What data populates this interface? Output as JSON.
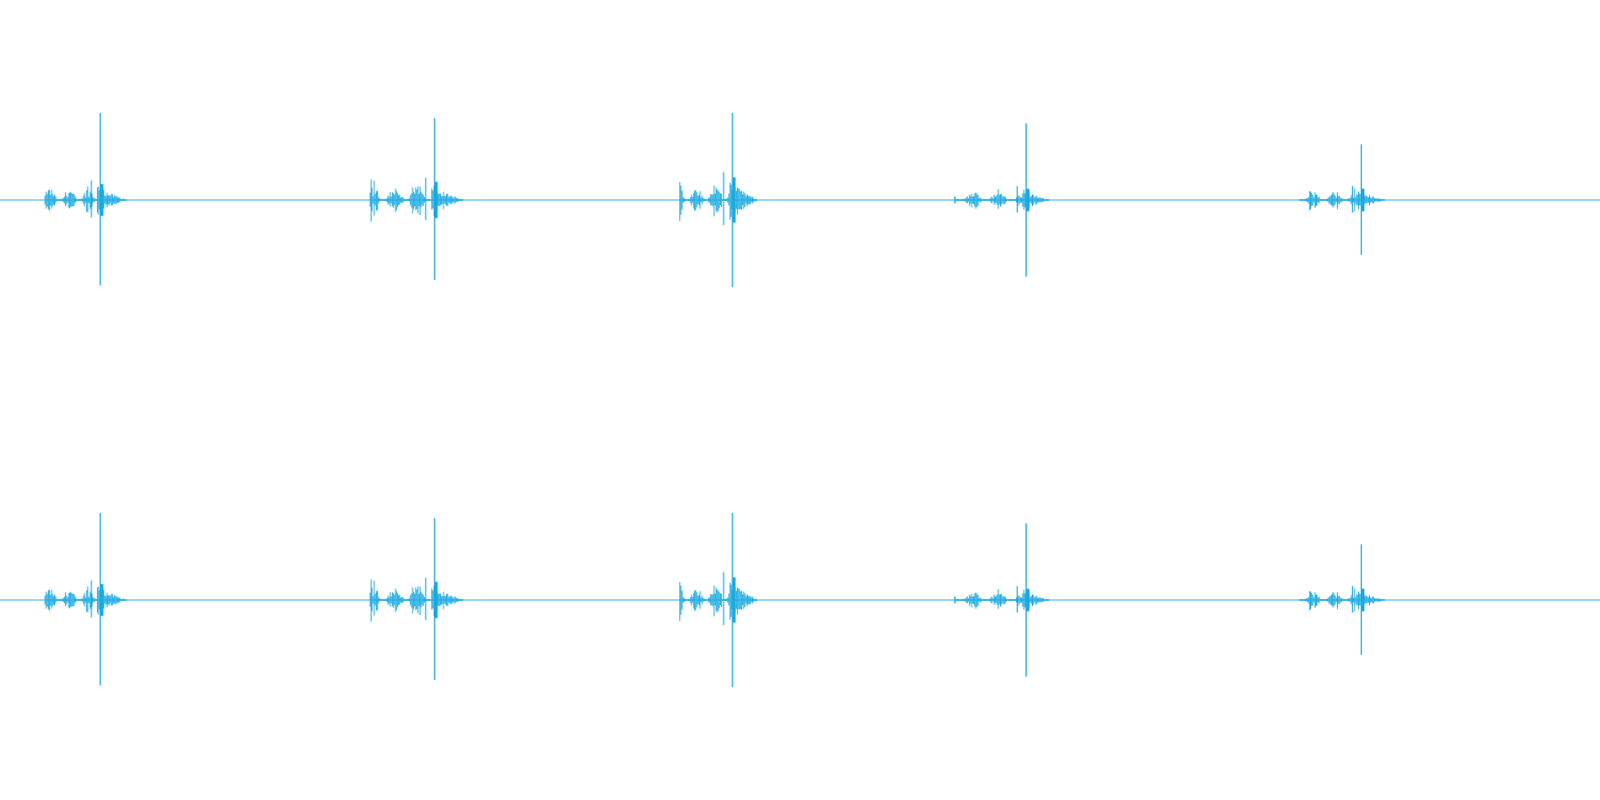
{
  "waveform": {
    "wave_color": "#1ba9e1",
    "background_color": "#ffffff",
    "channel_count": 2,
    "duration_fraction_shown": 1.0,
    "events": [
      {
        "start": 0.0282,
        "end": 0.0793,
        "peak": 0.0627,
        "pre_burst_amp": 0.14,
        "peak_amp_up": 1.0,
        "peak_amp_down": 0.98
      },
      {
        "start": 0.2312,
        "end": 0.2893,
        "peak": 0.2716,
        "pre_burst_amp": 0.16,
        "peak_amp_up": 0.94,
        "peak_amp_down": 0.92
      },
      {
        "start": 0.4249,
        "end": 0.4735,
        "peak": 0.4578,
        "pre_burst_amp": 0.2,
        "peak_amp_up": 1.0,
        "peak_amp_down": 1.0
      },
      {
        "start": 0.5966,
        "end": 0.6557,
        "peak": 0.6413,
        "pre_burst_amp": 0.1,
        "peak_amp_up": 0.88,
        "peak_amp_down": 0.88
      },
      {
        "start": 0.8125,
        "end": 0.8654,
        "peak": 0.8508,
        "pre_burst_amp": 0.1,
        "peak_amp_up": 0.64,
        "peak_amp_down": 0.63
      }
    ]
  }
}
